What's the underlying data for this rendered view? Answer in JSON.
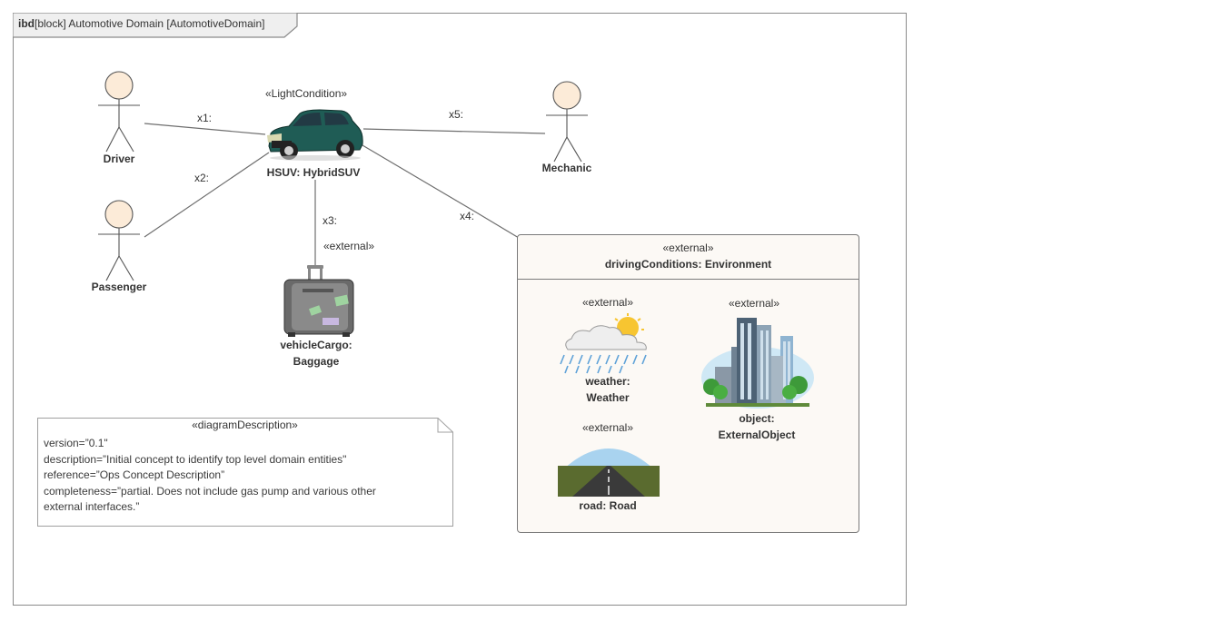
{
  "frame": {
    "kind": "ibd",
    "title": "[block] Automotive Domain [AutomotiveDomain]"
  },
  "hsuv": {
    "stereotype": "«LightCondition»",
    "name": "HSUV: HybridSUV",
    "icon": "car-icon"
  },
  "actors": {
    "driver": "Driver",
    "passenger": "Passenger",
    "mechanic": "Mechanic"
  },
  "connectors": {
    "x1": "x1:",
    "x2": "x2:",
    "x3": "x3:",
    "x4": "x4:",
    "x5": "x5:"
  },
  "cargo": {
    "stereotype": "«external»",
    "name_line1": "vehicleCargo:",
    "name_line2": "Baggage",
    "icon": "suitcase-icon"
  },
  "environment": {
    "stereotype": "«external»",
    "name": "drivingConditions: Environment",
    "weather": {
      "stereotype": "«external»",
      "name_line1": "weather:",
      "name_line2": "Weather",
      "icon": "rain-cloud-icon"
    },
    "object": {
      "stereotype": "«external»",
      "name_line1": "object:",
      "name_line2": "ExternalObject",
      "icon": "buildings-icon"
    },
    "road": {
      "stereotype": "«external»",
      "name": "road: Road",
      "icon": "road-icon"
    }
  },
  "note": {
    "stereotype": "«diagramDescription»",
    "lines": [
      "version=”0.1\"",
      "description=”Initial concept to identify top level domain entities\"",
      "reference=”Ops Concept Description”",
      "completeness=”partial. Does not include gas pump and various other",
      "external interfaces.”"
    ]
  },
  "colors": {
    "frame_border": "#8a8a8a",
    "actor_head_fill": "#fcebd8",
    "car_body": "#1f5c55",
    "env_fill": "#fcf9f5"
  }
}
